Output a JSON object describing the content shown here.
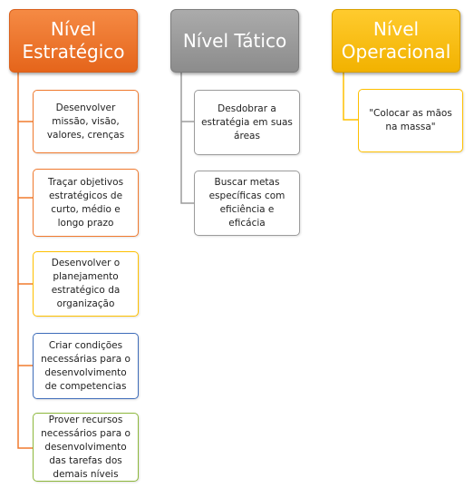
{
  "colors": {
    "strategic": "#F07A2E",
    "tactical": "#9C9C9C",
    "operational": "#FFC000",
    "green": "#8DB83C",
    "blue": "#3F6DBA"
  },
  "columns": {
    "strategic": {
      "title": "Nível\nEstratégico",
      "items": [
        "Desenvolver\nmissão, visão,\nvalores, crenças",
        "Traçar objetivos\nestratégicos de\ncurto, médio e\nlongo prazo",
        "Desenvolver o\nplanejamento\nestratégico da\norganização",
        "Criar condições\nnecessárias para o\ndesenvolvimento\nde competencias",
        "Prover recursos\nnecessários para o\ndesenvolvimento\ndas tarefas dos\ndemais níveis"
      ]
    },
    "tactical": {
      "title": "Nível Tático",
      "items": [
        "Desdobrar a\nestratégia em suas\náreas",
        "Buscar metas\nespecíficas com\neficiência e eficácia"
      ]
    },
    "operational": {
      "title": "Nível\nOperacional",
      "items": [
        "\"Colocar as mãos\nna massa\""
      ]
    }
  }
}
